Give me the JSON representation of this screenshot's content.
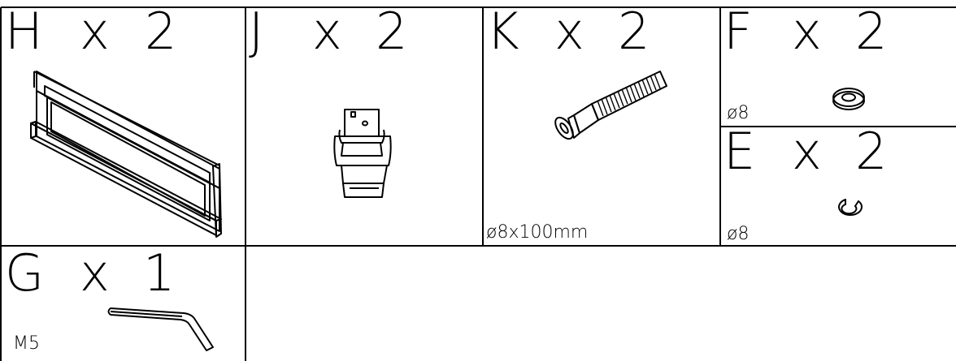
{
  "parts": {
    "h": {
      "letter": "H",
      "times": "x",
      "count": "2"
    },
    "j": {
      "letter": "J",
      "times": "x",
      "count": "2"
    },
    "k": {
      "letter": "K",
      "times": "x",
      "count": "2",
      "size": "ø8x100mm"
    },
    "f": {
      "letter": "F",
      "times": "x",
      "count": "2",
      "size": "ø8"
    },
    "e": {
      "letter": "E",
      "times": "x",
      "count": "2",
      "size": "ø8"
    },
    "g": {
      "letter": "G",
      "times": "x",
      "count": "1",
      "size": "M5"
    }
  }
}
